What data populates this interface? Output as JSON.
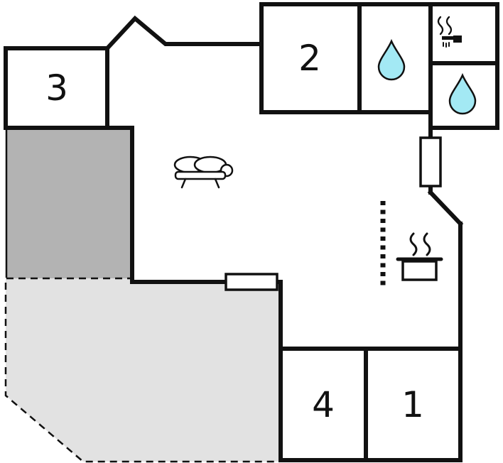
{
  "rooms": [
    {
      "id": "room-3",
      "label": "3"
    },
    {
      "id": "room-2",
      "label": "2"
    },
    {
      "id": "room-4",
      "label": "4"
    },
    {
      "id": "room-1",
      "label": "1"
    }
  ],
  "icons": {
    "sofa": "sofa-icon",
    "stove": "stove-pot-icon",
    "water_drop_bathroom": "water-drop-icon",
    "water_drop_wc": "water-drop-icon",
    "shower": "shower-icon",
    "kitchen_counter": "dotted-counter-line",
    "door_right": "door-window-opening",
    "window_bottom": "window-opening"
  },
  "colors": {
    "wall": "#111111",
    "background": "#ffffff",
    "dark-terrace": "#b3b3b3",
    "light-terrace": "#e2e2e2",
    "water-drop": "#a3e9f4"
  }
}
